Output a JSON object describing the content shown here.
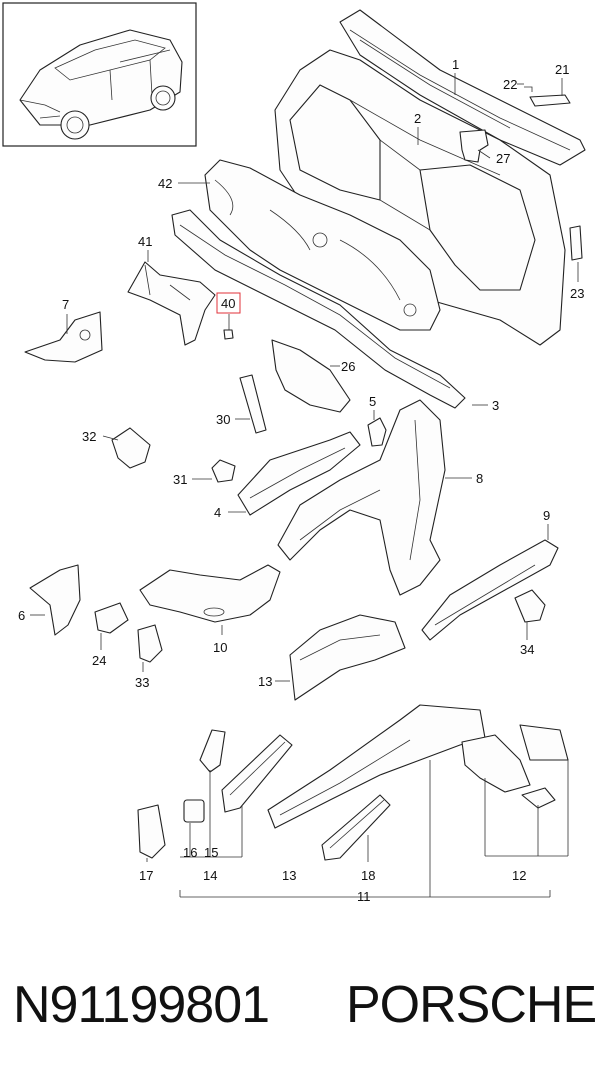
{
  "footer": {
    "part_number": "N91199801",
    "brand": "PORSCHE"
  },
  "highlight_color": "#e0303a",
  "callouts": {
    "c1": "1",
    "c2": "2",
    "c3": "3",
    "c4": "4",
    "c5": "5",
    "c6": "6",
    "c7": "7",
    "c8": "8",
    "c9": "9",
    "c10": "10",
    "c11": "11",
    "c12a": "12",
    "c13a": "13",
    "c13b": "13",
    "c14": "14",
    "c15": "15",
    "c16": "16",
    "c17": "17",
    "c18": "18",
    "c21": "21",
    "c22": "22",
    "c23": "23",
    "c24": "24",
    "c26": "26",
    "c27": "27",
    "c30": "30",
    "c31": "31",
    "c32": "32",
    "c33": "33",
    "c34": "34",
    "c40": "40",
    "c41": "41",
    "c42": "42"
  }
}
